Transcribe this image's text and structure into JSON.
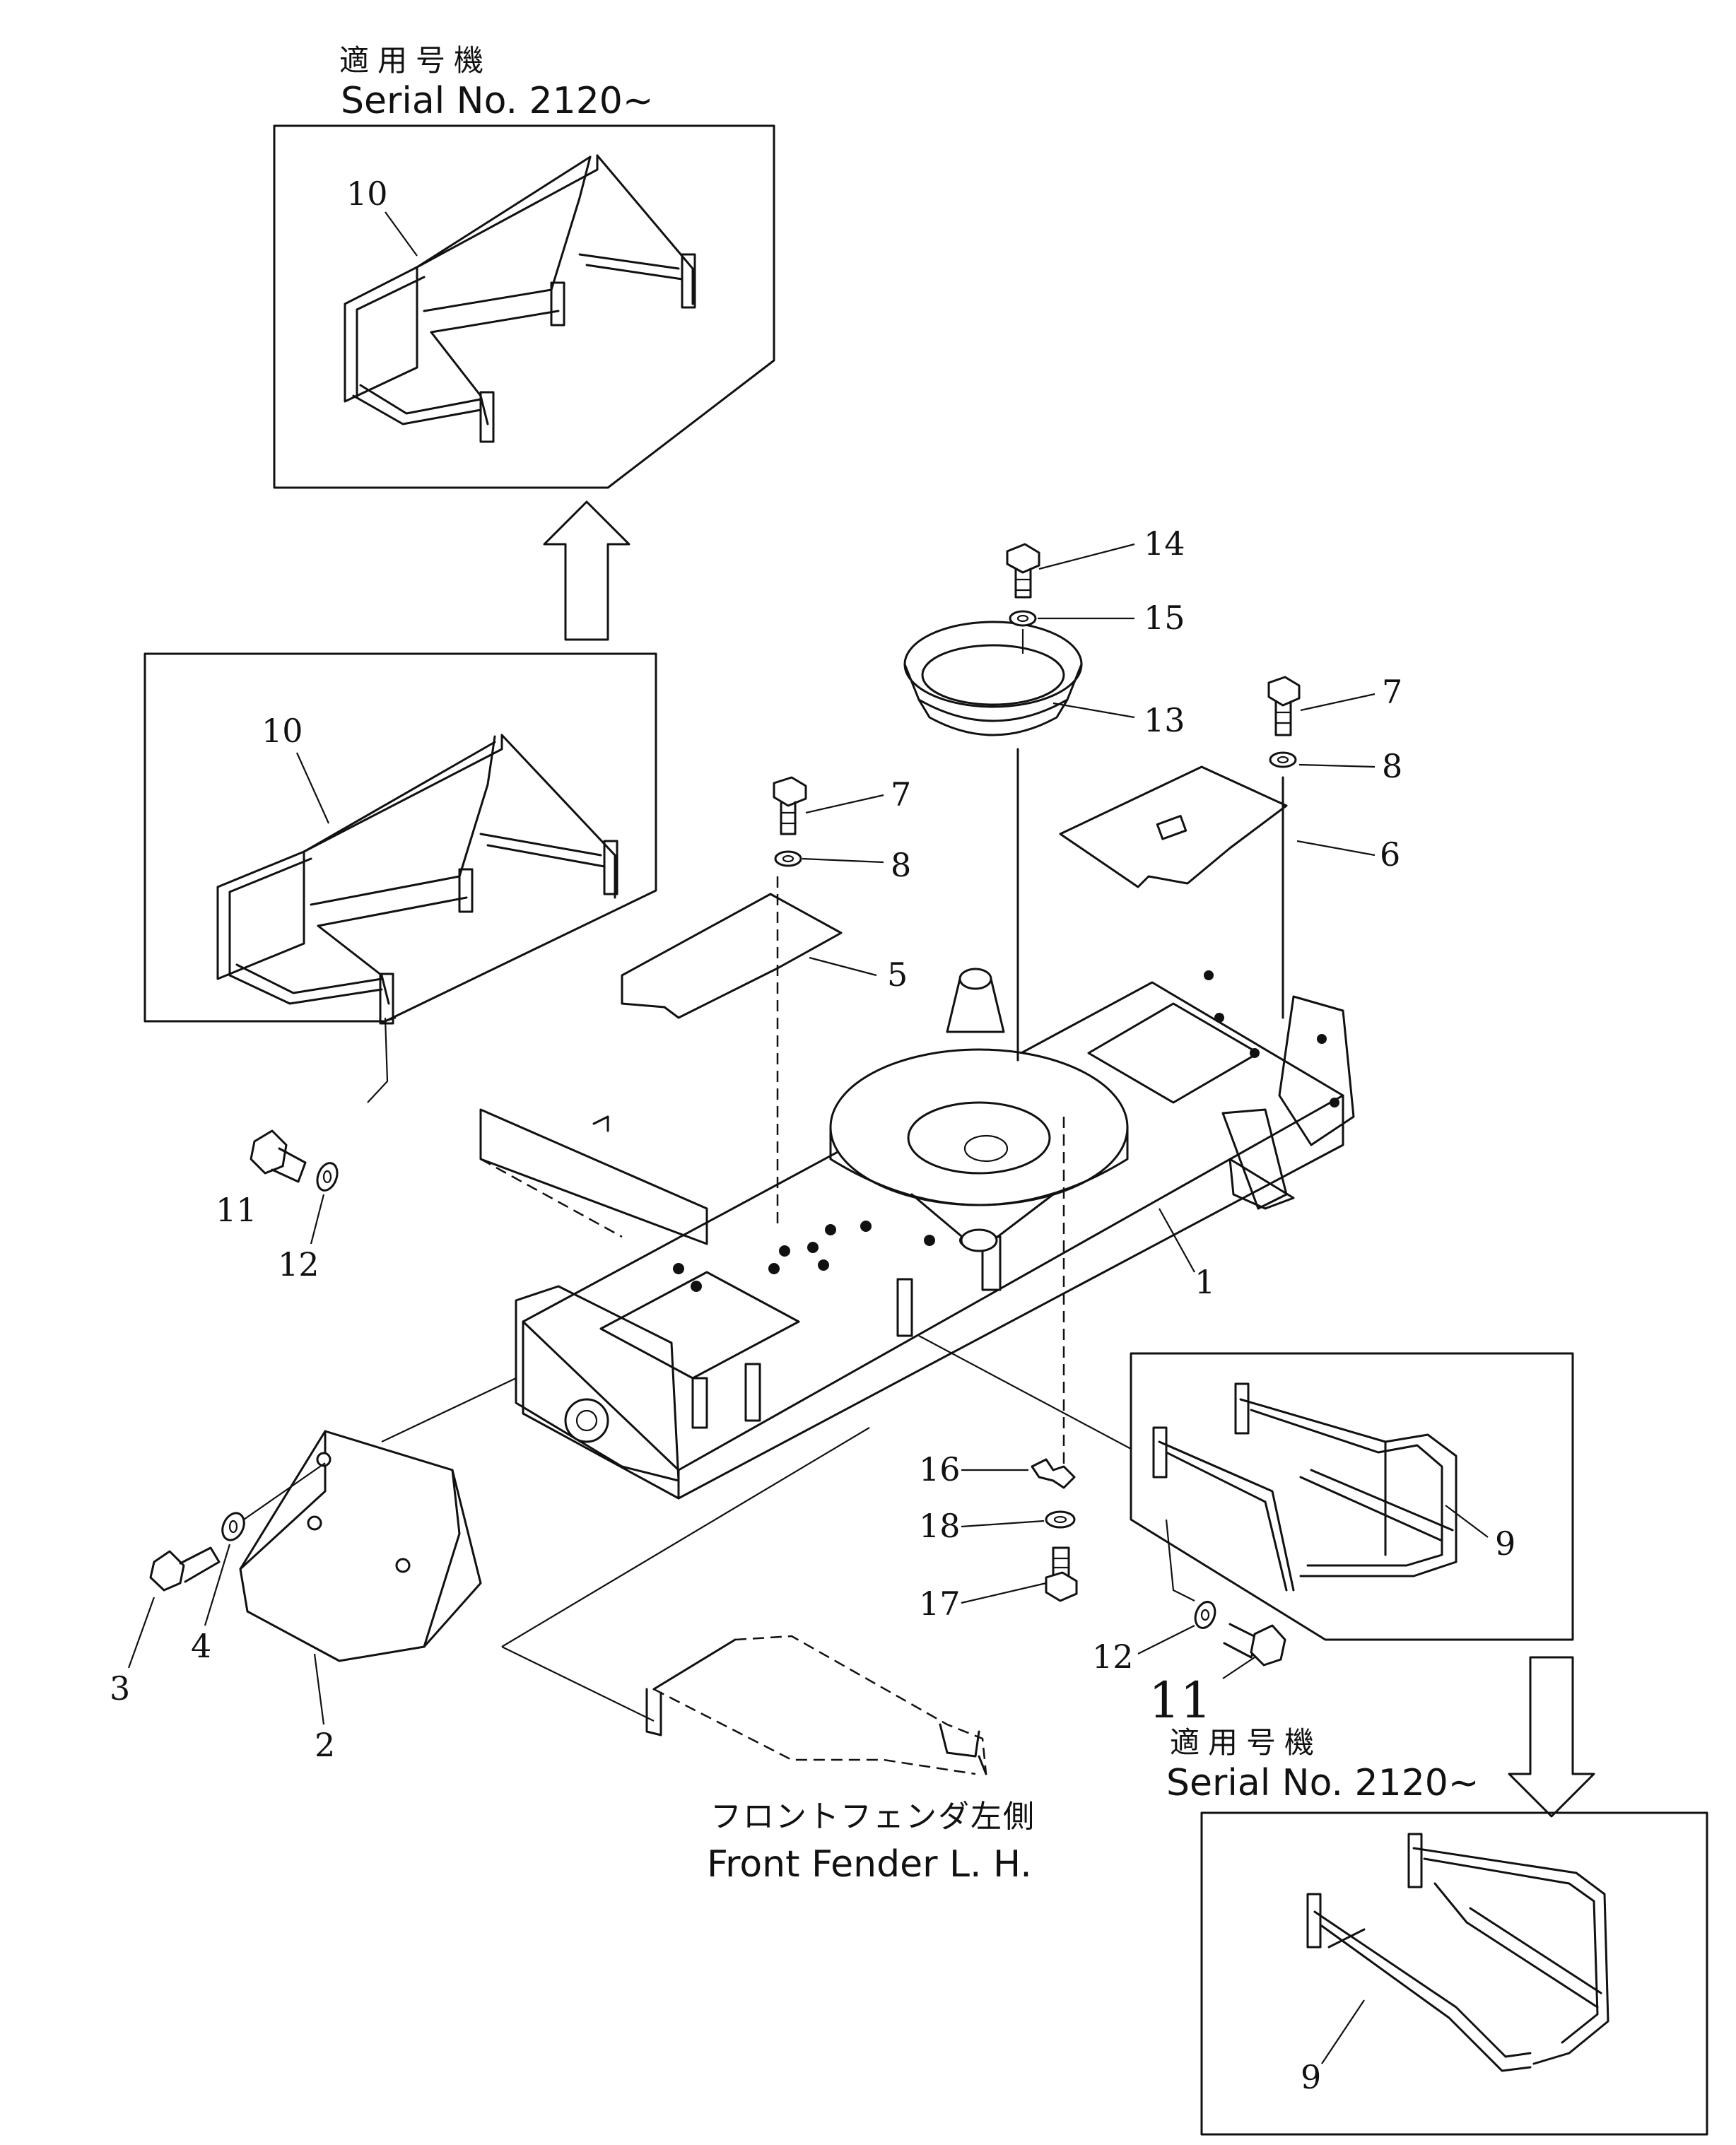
{
  "labels": {
    "applicable_jp": "適用号機",
    "serial": "Serial No. 2120~",
    "front_fender_jp": "フロントフェンダ左側",
    "front_fender_en": "Front Fender L. H."
  },
  "callouts": {
    "p1": "1",
    "p2": "2",
    "p3": "3",
    "p4": "4",
    "p5": "5",
    "p6": "6",
    "p7": "7",
    "p8": "8",
    "p9": "9",
    "p10": "10",
    "p11": "11",
    "p12": "12",
    "p13": "13",
    "p14": "14",
    "p15": "15",
    "p16": "16",
    "p17": "17",
    "p18": "18"
  }
}
